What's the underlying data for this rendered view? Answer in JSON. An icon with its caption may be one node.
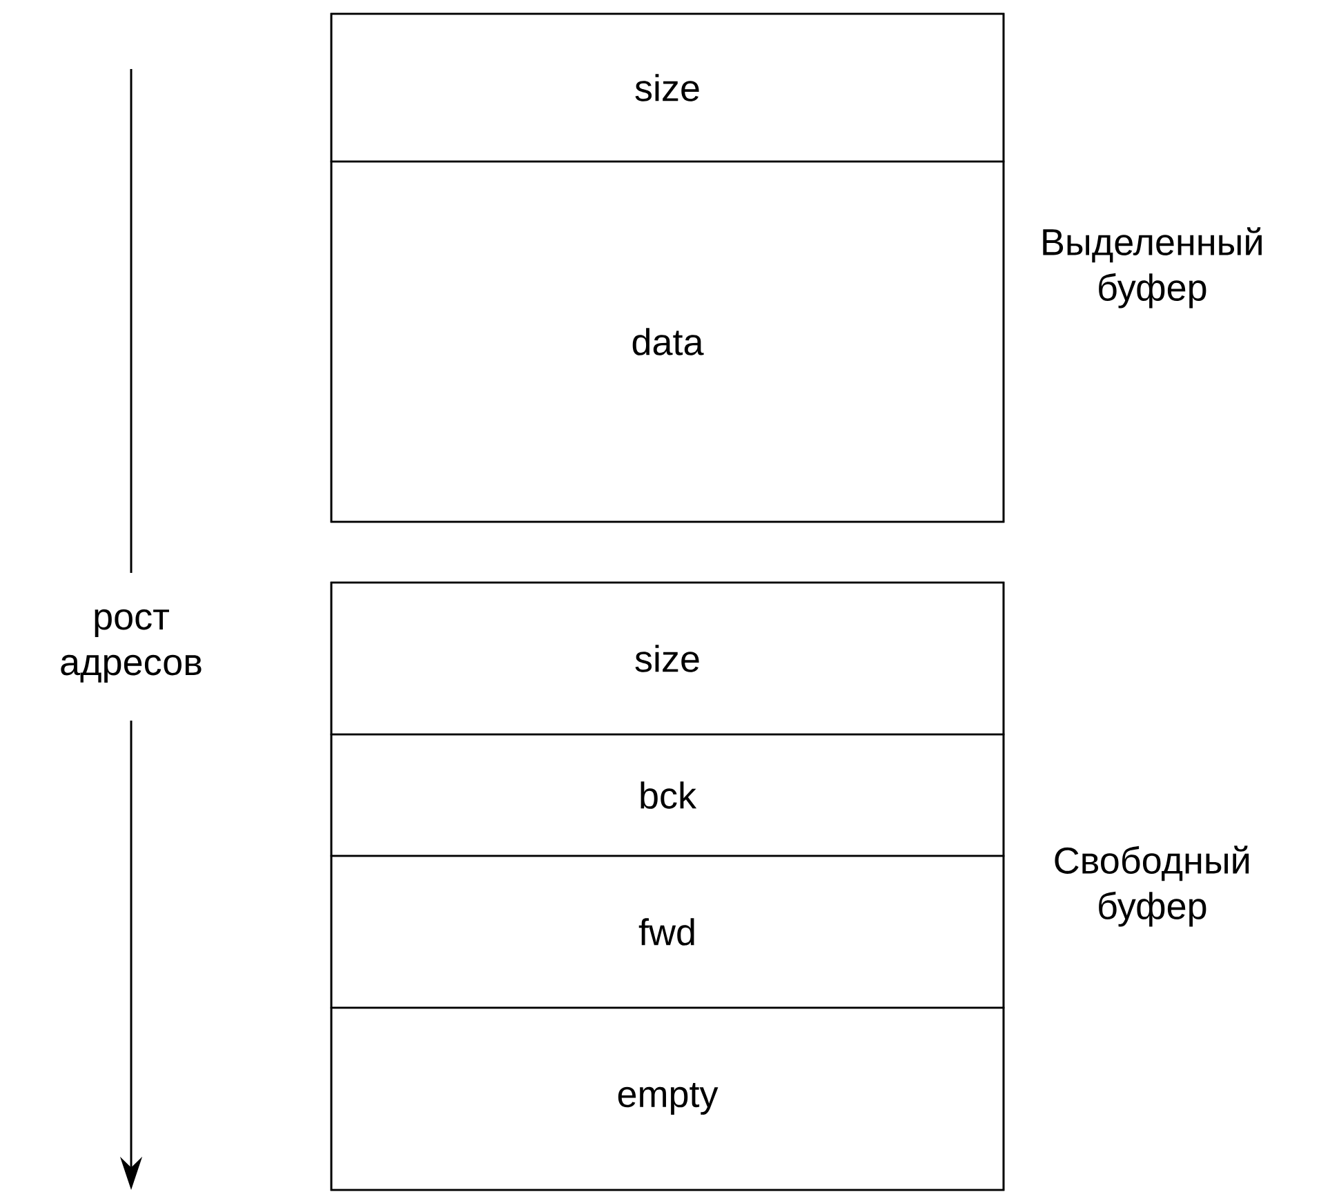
{
  "diagram": {
    "nodes": [
      {
        "text": [],
        "shape": "box",
        "beside": [
          "Выделенный буфер"
        ]
      },
      {
        "text": [
          "size"
        ],
        "in": 0
      },
      {
        "text": [
          "data"
        ],
        "in": 0
      },
      {
        "text": [],
        "shape": "box",
        "beside": [
          "Свободный буфер"
        ]
      },
      {
        "text": [
          "size"
        ],
        "in": 3
      },
      {
        "text": [
          "bck"
        ],
        "in": 3
      },
      {
        "text": [
          "fwd"
        ],
        "in": 3
      },
      {
        "text": [
          "empty"
        ],
        "in": 3
      }
    ],
    "edges": [],
    "labels": [
      "рост адресов"
    ]
  }
}
